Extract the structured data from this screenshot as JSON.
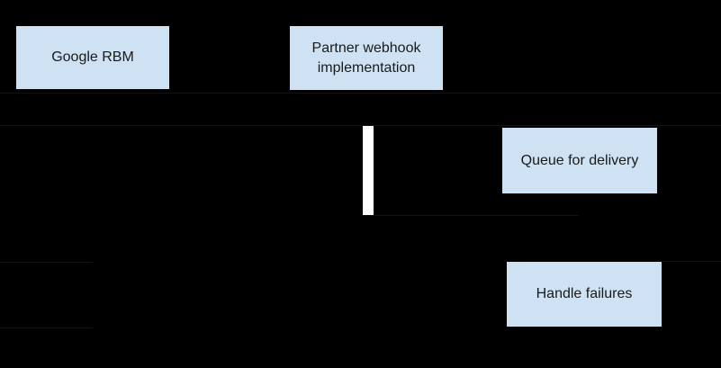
{
  "diagram": {
    "type": "sequence-flow",
    "colors": {
      "background": "#000000",
      "box_fill": "#cfe2f3",
      "box_text": "#1a1a1a",
      "activation_bar": "#ffffff",
      "faint_line": "#121212"
    },
    "participants": [
      {
        "label": "Google RBM"
      },
      {
        "label": "Partner webhook implementation"
      }
    ],
    "steps": [
      {
        "label": "Queue for delivery"
      },
      {
        "label": "Handle failures"
      }
    ]
  }
}
